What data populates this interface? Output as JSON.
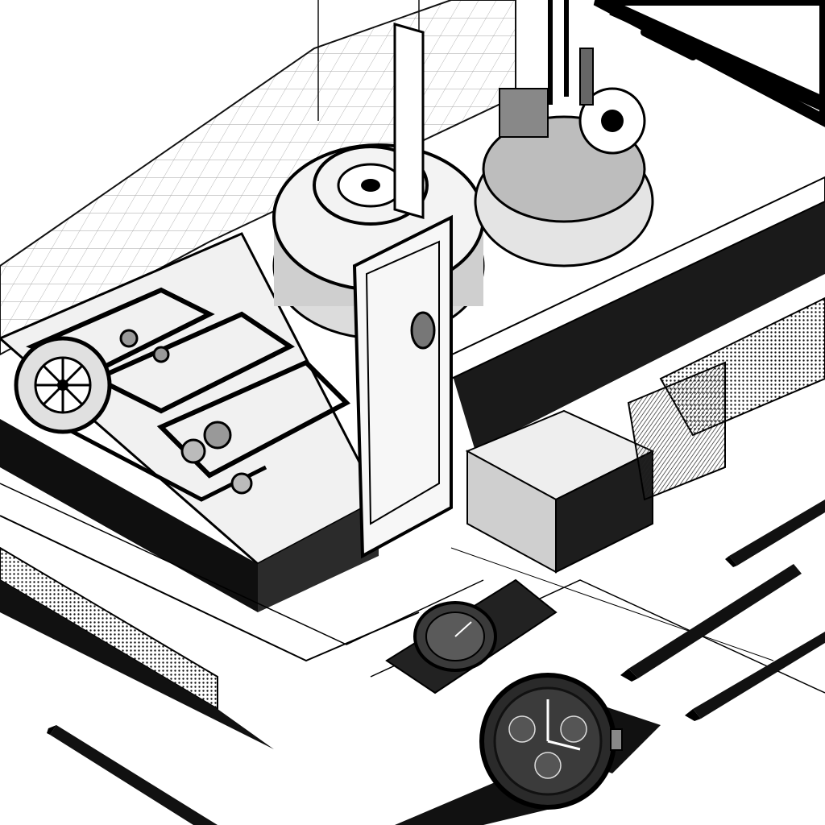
{
  "scene": {
    "title": "",
    "style": "monochrome technical pen illustration",
    "colors": {
      "paper": "#ffffff",
      "ink": "#0a0a0a",
      "mid_gray": "#7a7a7a",
      "light_gray": "#cfcfcf",
      "shade": "#2b2b2b"
    },
    "objects": [
      {
        "id": "grid-board",
        "icon": "isometric-grid-board"
      },
      {
        "id": "circuit-plate",
        "icon": "mechanical-circuit-plate"
      },
      {
        "id": "gear-drum",
        "icon": "gear-drum-assembly"
      },
      {
        "id": "tablet-frame",
        "icon": "tablet-frame"
      },
      {
        "id": "block",
        "icon": "rectangular-block"
      },
      {
        "id": "wristwatch-small",
        "icon": "wristwatch"
      },
      {
        "id": "wristwatch-large",
        "icon": "chronograph-wristwatch"
      },
      {
        "id": "pencils",
        "icon": "pencil"
      },
      {
        "id": "ruler",
        "icon": "dotted-ruler"
      }
    ]
  }
}
